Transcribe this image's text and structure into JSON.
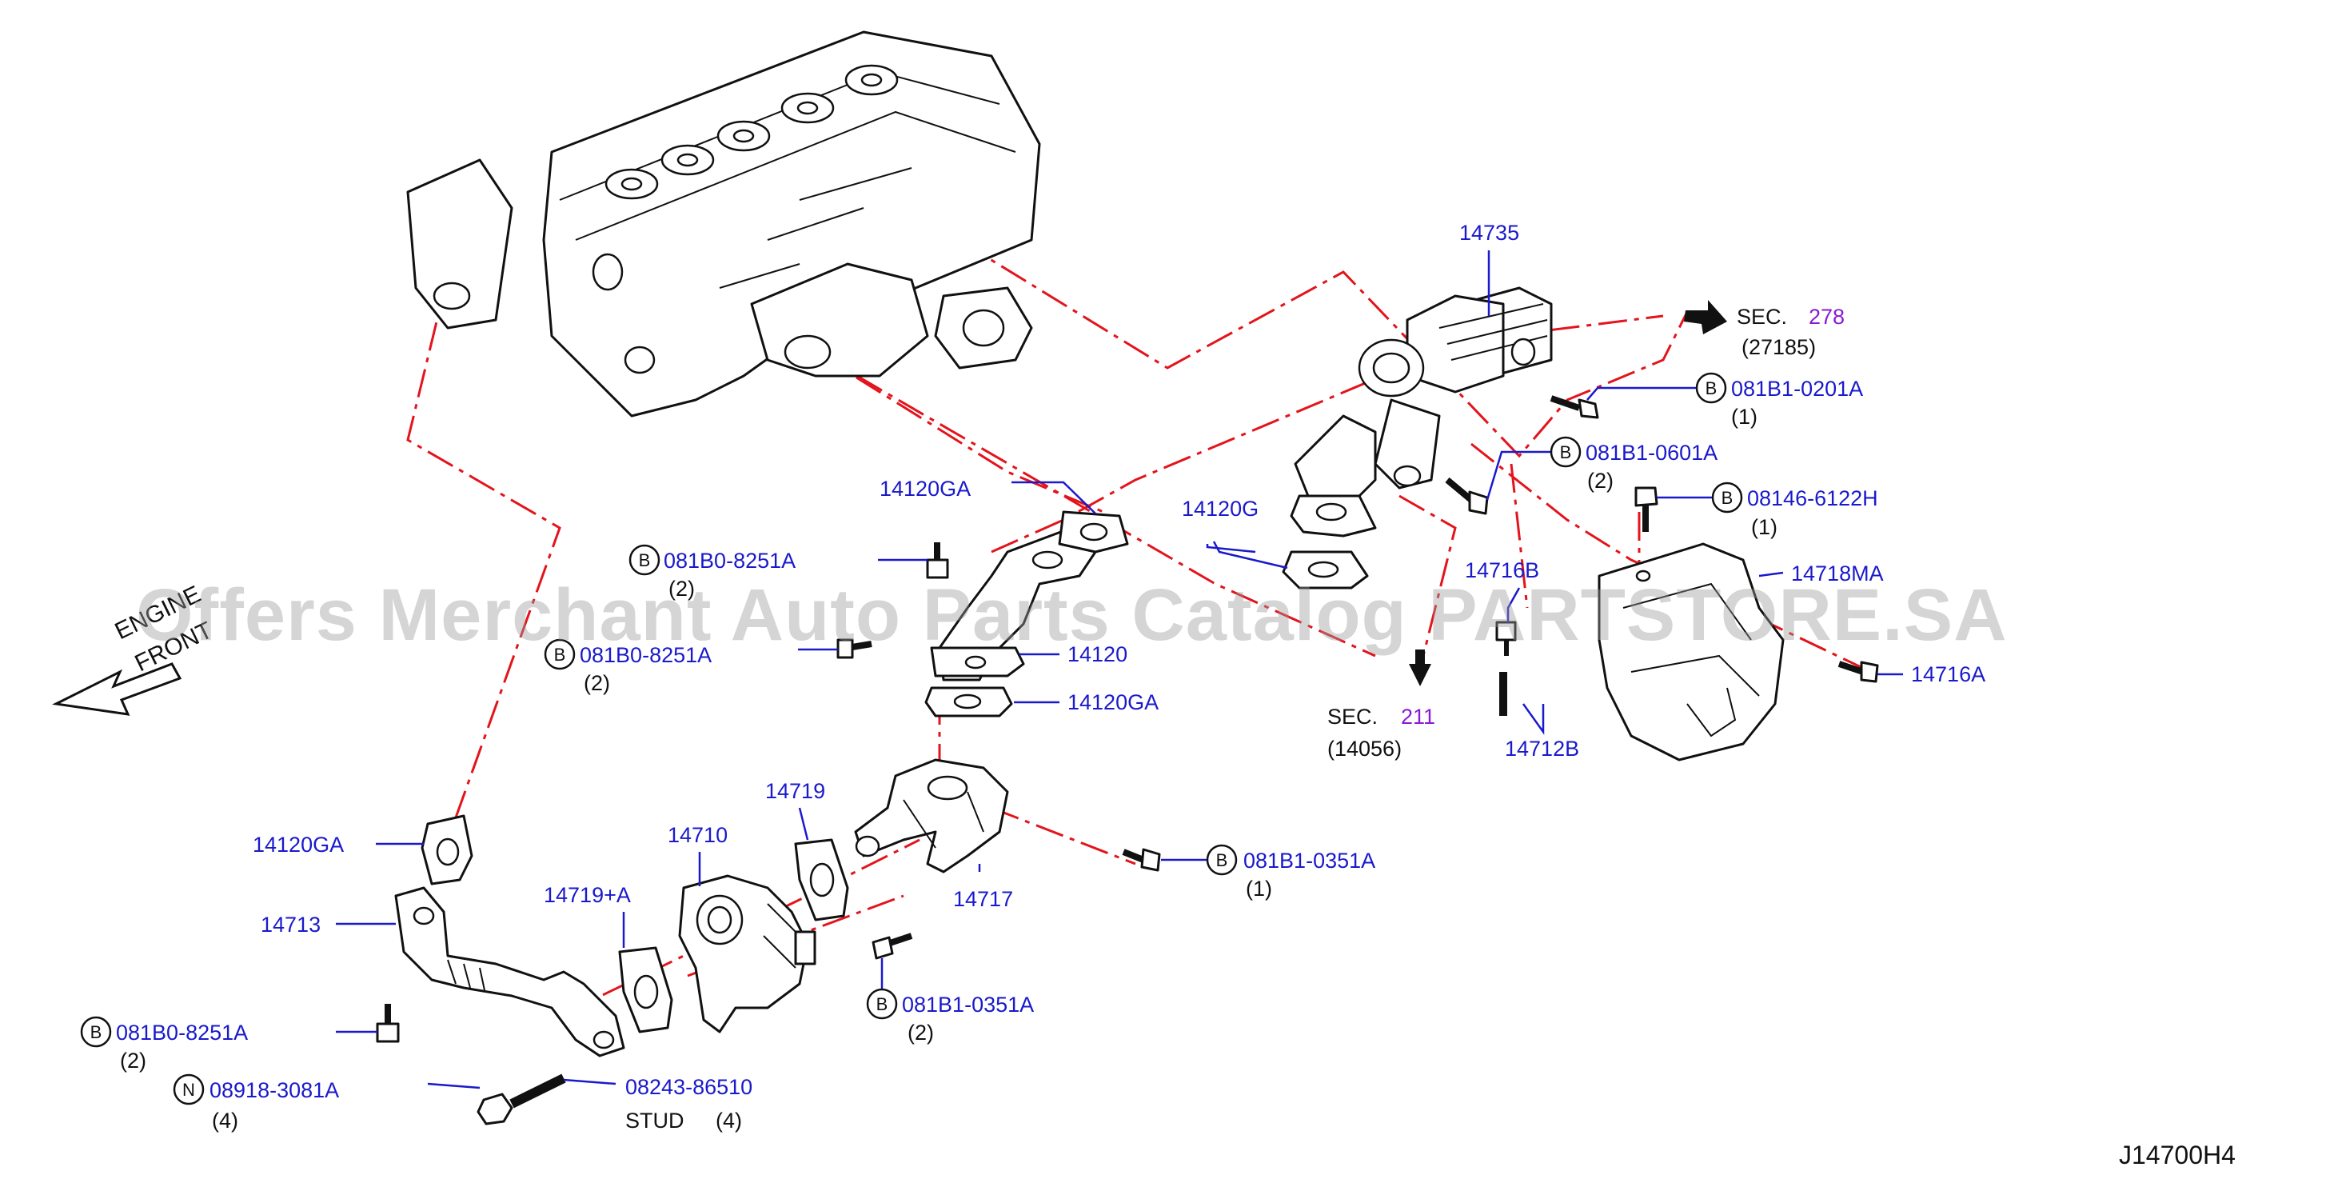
{
  "watermark": "Offers Merchant Auto Parts Catalog PARTSTORE.SA",
  "diagram_code": "J14700H4",
  "engine_front": {
    "line1": "ENGINE",
    "line2": "FRONT"
  },
  "sections": [
    {
      "prefix": "SEC.",
      "number": "278",
      "sub": "(27185)"
    },
    {
      "prefix": "SEC.",
      "number": "211",
      "sub": "(14056)"
    }
  ],
  "part_labels": {
    "p14735": "14735",
    "p14120GA_top": "14120GA",
    "p14120G": "14120G",
    "p14120": "14120",
    "p14120GA_mid": "14120GA",
    "p14716B": "14716B",
    "p14718MA": "14718MA",
    "p14716A": "14716A",
    "p14712B": "14712B",
    "p14719": "14719",
    "p14710": "14710",
    "p14719A": "14719+A",
    "p14717": "14717",
    "p14120GA_left": "14120GA",
    "p14713": "14713",
    "p08243": "08243-86510",
    "stud": "STUD",
    "stud_qty": "(4)"
  },
  "fasteners": [
    {
      "id": "f1",
      "symbol": "B",
      "code": "081B1-0201A",
      "qty": "(1)"
    },
    {
      "id": "f2",
      "symbol": "B",
      "code": "081B1-0601A",
      "qty": "(2)"
    },
    {
      "id": "f3",
      "symbol": "B",
      "code": "08146-6122H",
      "qty": "(1)"
    },
    {
      "id": "f4",
      "symbol": "B",
      "code": "081B0-8251A",
      "qty": "(2)"
    },
    {
      "id": "f5",
      "symbol": "B",
      "code": "081B0-8251A",
      "qty": "(2)"
    },
    {
      "id": "f6",
      "symbol": "B",
      "code": "081B1-0351A",
      "qty": "(1)"
    },
    {
      "id": "f7",
      "symbol": "B",
      "code": "081B1-0351A",
      "qty": "(2)"
    },
    {
      "id": "f8",
      "symbol": "B",
      "code": "081B0-8251A",
      "qty": "(2)"
    },
    {
      "id": "f9",
      "symbol": "N",
      "code": "08918-3081A",
      "qty": "(4)"
    }
  ]
}
